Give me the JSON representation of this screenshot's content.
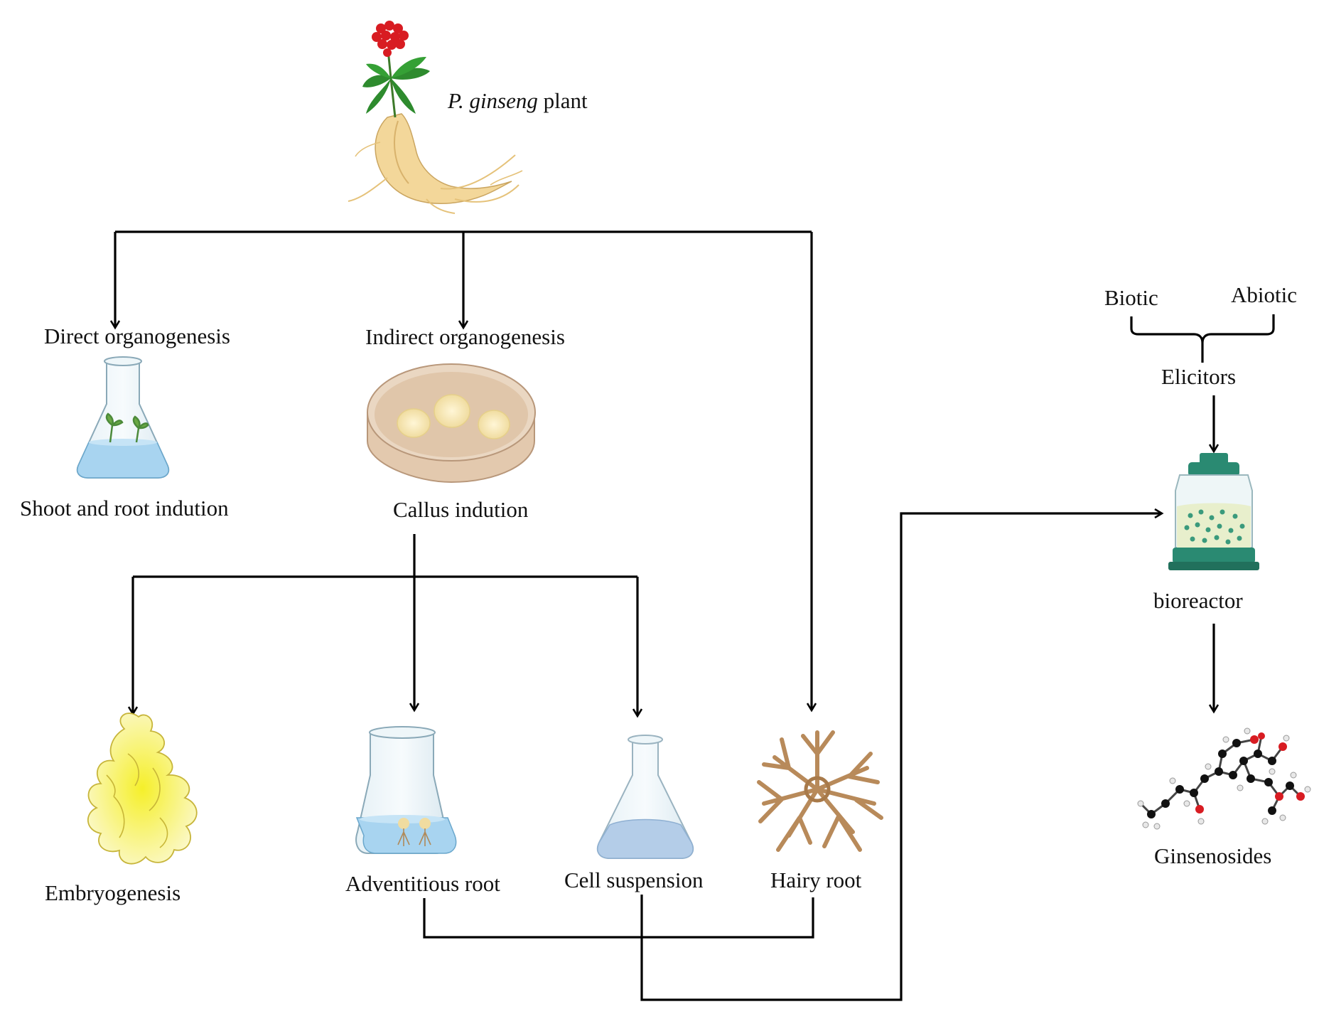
{
  "plant": {
    "species": "P. ginseng",
    "suffix": " plant"
  },
  "branches": {
    "direct": {
      "title": "Direct organogenesis",
      "result": "Shoot and root indution"
    },
    "indirect": {
      "title": "Indirect organogenesis",
      "result": "Callus indution"
    }
  },
  "cultures": {
    "embryogenesis": "Embryogenesis",
    "adventitious_root": "Adventitious root",
    "cell_suspension": "Cell suspension",
    "hairy_root": "Hairy root"
  },
  "elicitors": {
    "biotic": "Biotic",
    "abiotic": "Abiotic",
    "label": "Elicitors"
  },
  "bioreactor": "bioreactor",
  "product": "Ginsenosides",
  "colors": {
    "leaf": "#2e8b2e",
    "berry": "#d81c22",
    "root": "#f3d79a",
    "liquid": "#a8d4f0",
    "bioreactor_teal": "#2a8a72",
    "callus": "#f6e6b0",
    "embryo": "#f4ee3a",
    "hairy": "#b88a5a"
  }
}
